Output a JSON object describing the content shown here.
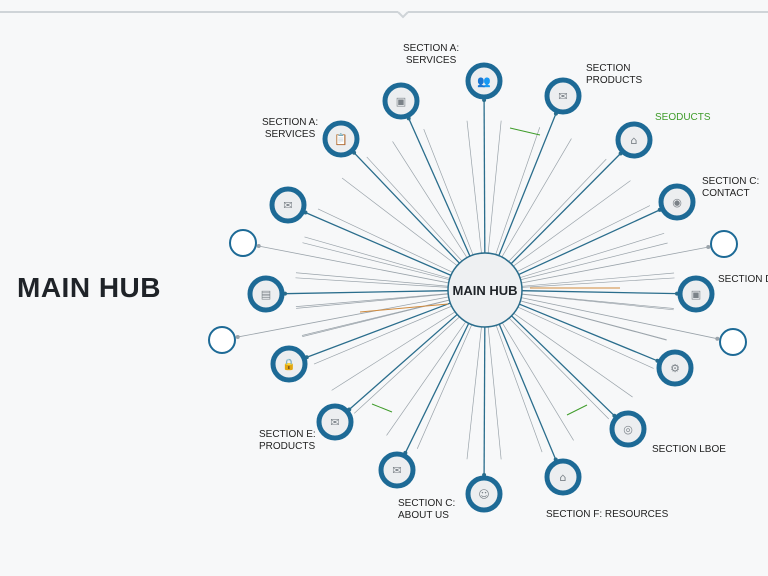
{
  "title": "MAIN HUB",
  "hub": {
    "label": "MAIN HUB"
  },
  "colors": {
    "node_ring": "#1d6a96",
    "link": "#2a6d8c",
    "faint": "#9aa3aa",
    "green": "#3f9c2a",
    "orange": "#d08a3c",
    "hub_fill": "#eef0f2"
  },
  "nodes": [
    {
      "icon": "image-icon",
      "label": ""
    },
    {
      "icon": "people-icon",
      "label": ""
    },
    {
      "icon": "mail-download-icon",
      "label": ""
    },
    {
      "icon": "storefront-icon",
      "label": ""
    },
    {
      "icon": "camera-icon",
      "label": ""
    },
    {
      "icon": "",
      "label": ""
    },
    {
      "icon": "image-icon",
      "label": ""
    },
    {
      "icon": "",
      "label": ""
    },
    {
      "icon": "gear-icon",
      "label": ""
    },
    {
      "icon": "target-icon",
      "label": ""
    },
    {
      "icon": "home-icon",
      "label": ""
    },
    {
      "icon": "person-icon",
      "label": ""
    },
    {
      "icon": "mail-icon",
      "label": ""
    },
    {
      "icon": "mail-icon",
      "label": ""
    },
    {
      "icon": "lock-icon",
      "label": ""
    },
    {
      "icon": "",
      "label": ""
    },
    {
      "icon": "browser-icon",
      "label": ""
    },
    {
      "icon": "",
      "label": ""
    },
    {
      "icon": "mail-icon",
      "label": ""
    },
    {
      "icon": "clipboard-icon",
      "label": ""
    }
  ],
  "labels": {
    "top_services": [
      "SECTION A:",
      "SERVICES"
    ],
    "products": [
      "SECTION",
      "PRODUCTS"
    ],
    "seoducts": [
      "SEODUCTS"
    ],
    "contact": [
      "SECTION C:",
      "CONTACT"
    ],
    "section_d": [
      "SECTION D"
    ],
    "lboe": [
      "SECTION LBOE"
    ],
    "resources": [
      "SECTION F: RESOURCES"
    ],
    "about": [
      "SECTION C:",
      "ABOUT US"
    ],
    "e_products": [
      "SECTION E:",
      "PRODUCTS"
    ],
    "left_services": [
      "SECTION A:",
      "SERVICES"
    ]
  }
}
